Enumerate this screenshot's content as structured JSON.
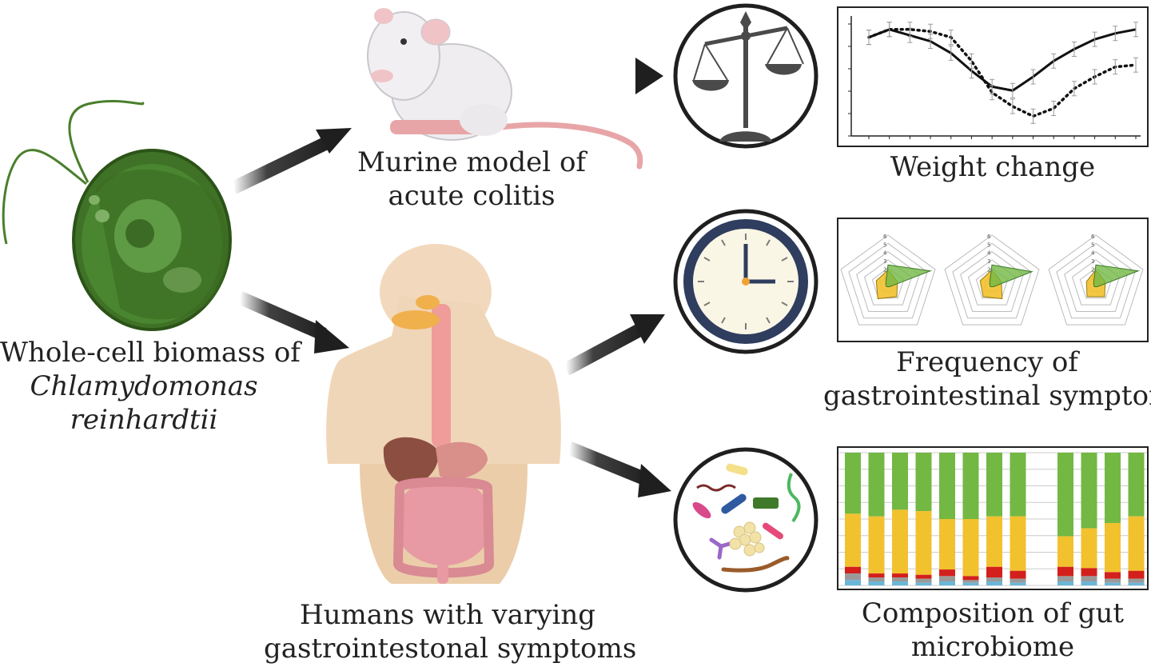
{
  "labels": {
    "algae_line1": "Whole-cell biomass of",
    "algae_line2": "Chlamydomonas",
    "algae_line3": "reinhardtii",
    "mouse_line1": "Murine model of",
    "mouse_line2": "acute colitis",
    "human_line1": "Humans with varying",
    "human_line2": "gastrointestonal symptoms",
    "weight": "Weight change",
    "freq_line1": "Frequency of",
    "freq_line2": "gastrointestinal symptoms",
    "micro_line1": "Composition of gut",
    "micro_line2": "microbiome"
  },
  "icons": [
    "algae-cell-icon",
    "mouse-icon",
    "human-body-icon",
    "scale-icon",
    "clock-icon",
    "bacteria-icon"
  ],
  "colors": {
    "arrow": "#1f1f1f",
    "algae": "#4a7f2c",
    "skin": "#f2d9bd",
    "green_stack": "#72b843",
    "yellow_stack": "#f2c12e",
    "red_stack": "#d3201c",
    "clock_rim": "#2f3d5e",
    "scale": "#4a4a4a"
  },
  "chart_data": [
    {
      "type": "line",
      "title": "",
      "xlabel": "",
      "ylabel": "",
      "x": [
        0,
        1,
        2,
        3,
        4,
        5,
        6,
        7,
        8,
        9,
        10,
        11,
        12,
        13
      ],
      "ylim": [
        0,
        6
      ],
      "series": [
        {
          "values": [
            5.0,
            5.4,
            5.1,
            4.8,
            4.2,
            3.3,
            2.5,
            2.3,
            3.0,
            3.8,
            4.4,
            4.9,
            5.2,
            5.4
          ]
        },
        {
          "values": [
            5.0,
            5.4,
            5.4,
            5.3,
            5.0,
            3.8,
            2.2,
            1.5,
            1.0,
            1.4,
            2.4,
            3.0,
            3.5,
            3.6
          ]
        }
      ]
    },
    {
      "type": "radar",
      "axes": 5,
      "tick_labels": [
        "6",
        "5",
        "4",
        "3",
        "2",
        "1"
      ],
      "charts": [
        {
          "green": [
            0.4,
            0.9,
            0.05,
            0.05,
            0.05
          ],
          "yellow": [
            0.3,
            0.2,
            0.3,
            0.35,
            0.25
          ]
        },
        {
          "green": [
            0.4,
            0.85,
            0.05,
            0.05,
            0.05
          ],
          "yellow": [
            0.3,
            0.2,
            0.35,
            0.3,
            0.25
          ]
        },
        {
          "green": [
            0.4,
            0.9,
            0.05,
            0.05,
            0.05
          ],
          "yellow": [
            0.3,
            0.2,
            0.3,
            0.3,
            0.2
          ]
        }
      ]
    },
    {
      "type": "stacked-bar",
      "ylim": [
        0,
        1
      ],
      "series_colors": [
        "#72b843",
        "#f2c12e",
        "#d3201c",
        "#9a9a9a",
        "#6ab6d8"
      ],
      "groups": [
        [
          [
            0.46,
            0.4,
            0.05,
            0.05,
            0.04
          ],
          [
            0.48,
            0.43,
            0.03,
            0.03,
            0.03
          ],
          [
            0.43,
            0.48,
            0.03,
            0.03,
            0.03
          ],
          [
            0.44,
            0.48,
            0.03,
            0.03,
            0.02
          ],
          [
            0.5,
            0.38,
            0.05,
            0.04,
            0.03
          ],
          [
            0.5,
            0.43,
            0.03,
            0.02,
            0.02
          ],
          [
            0.48,
            0.38,
            0.08,
            0.03,
            0.03
          ],
          [
            0.48,
            0.41,
            0.06,
            0.03,
            0.02
          ]
        ],
        [
          [
            0.63,
            0.23,
            0.07,
            0.04,
            0.03
          ],
          [
            0.57,
            0.3,
            0.06,
            0.04,
            0.03
          ],
          [
            0.53,
            0.37,
            0.05,
            0.03,
            0.02
          ],
          [
            0.48,
            0.41,
            0.06,
            0.03,
            0.02
          ]
        ]
      ]
    }
  ]
}
